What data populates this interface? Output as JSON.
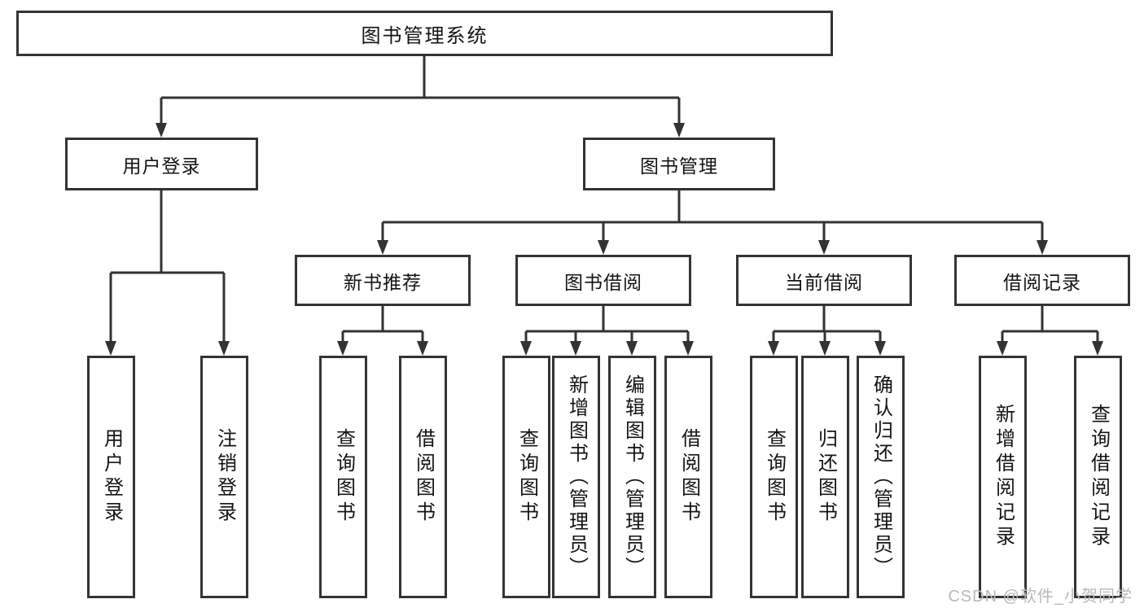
{
  "diagram": {
    "nodes": {
      "root": "图书管理系统",
      "level2": [
        "用户登录",
        "图书管理"
      ],
      "level3": [
        "新书推荐",
        "图书借阅",
        "当前借阅",
        "借阅记录"
      ],
      "leaves": [
        "用户登录",
        "注销登录",
        "查询图书",
        "借阅图书",
        "查询图书",
        "新增图书（管理员）",
        "编辑图书（管理员）",
        "借阅图书",
        "查询图书",
        "归还图书",
        "确认归还（管理员）",
        "新增借阅记录",
        "查询借阅记录"
      ]
    },
    "hierarchy": {
      "图书管理系统": {
        "用户登录": [
          "用户登录",
          "注销登录"
        ],
        "图书管理": {
          "新书推荐": [
            "查询图书",
            "借阅图书"
          ],
          "图书借阅": [
            "查询图书",
            "新增图书（管理员）",
            "编辑图书（管理员）",
            "借阅图书"
          ],
          "当前借阅": [
            "查询图书",
            "归还图书",
            "确认归还（管理员）"
          ],
          "借阅记录": [
            "新增借阅记录",
            "查询借阅记录"
          ]
        }
      }
    },
    "watermark": "CSDN @软件_小贺同学",
    "colors": {
      "line": "#333333",
      "box_border": "#343434",
      "text": "#141414",
      "watermark": "#b9b9b9",
      "background": "#ffffff"
    }
  }
}
